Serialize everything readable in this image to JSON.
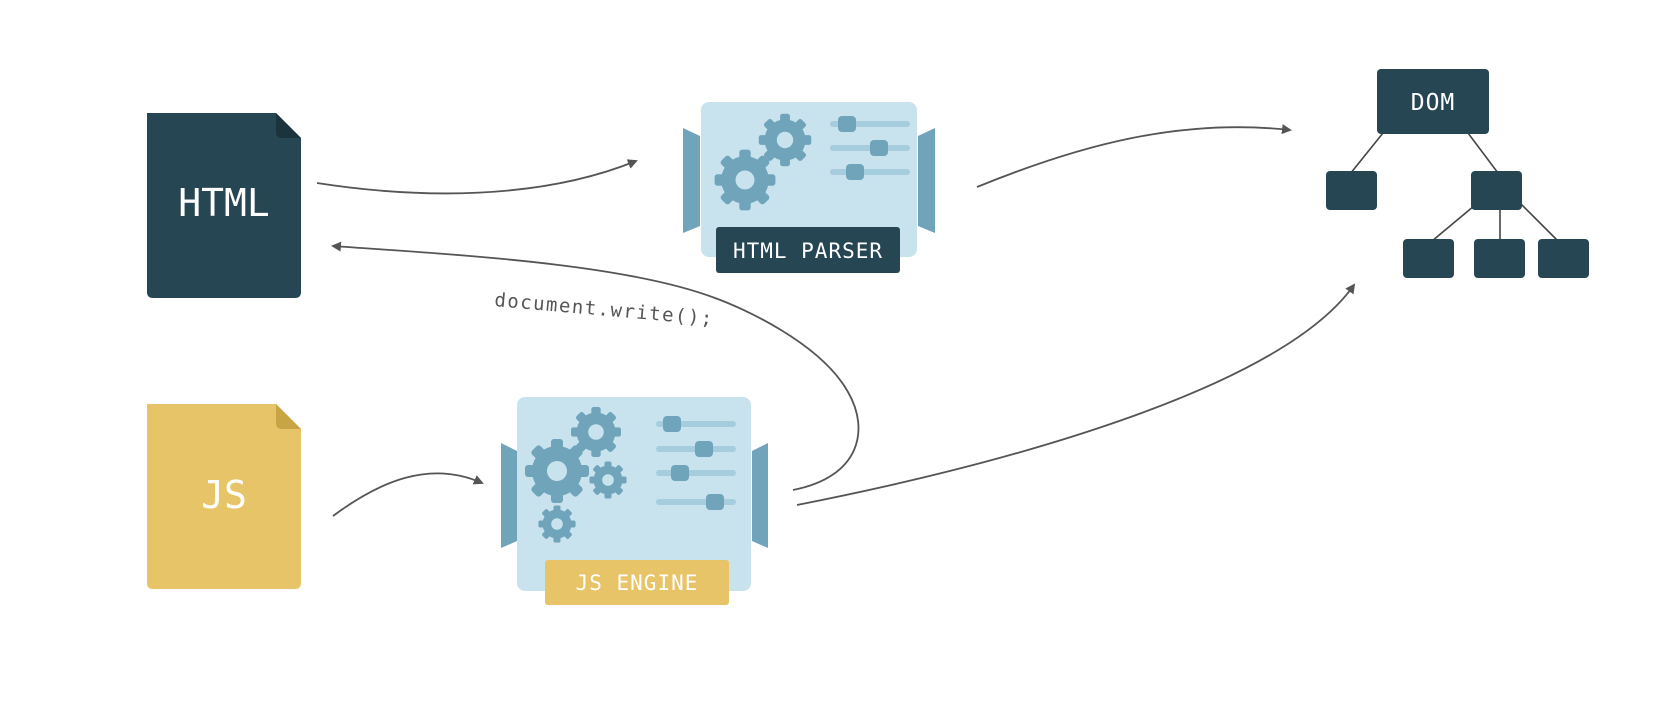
{
  "files": {
    "html_label": "HTML",
    "js_label": "JS"
  },
  "parser": {
    "label": "HTML PARSER"
  },
  "engine": {
    "label": "JS ENGINE"
  },
  "dom": {
    "label": "DOM"
  },
  "annotation": {
    "text": "document.write();"
  },
  "colors": {
    "dark": "#264653",
    "dark_fold": "#1b333d",
    "yellow": "#e8c468",
    "yellow_fold": "#c9a445",
    "panel": "#c8e3ee",
    "accent": "#6fa4bb",
    "arrow": "#555555",
    "tree_line": "#444444"
  }
}
